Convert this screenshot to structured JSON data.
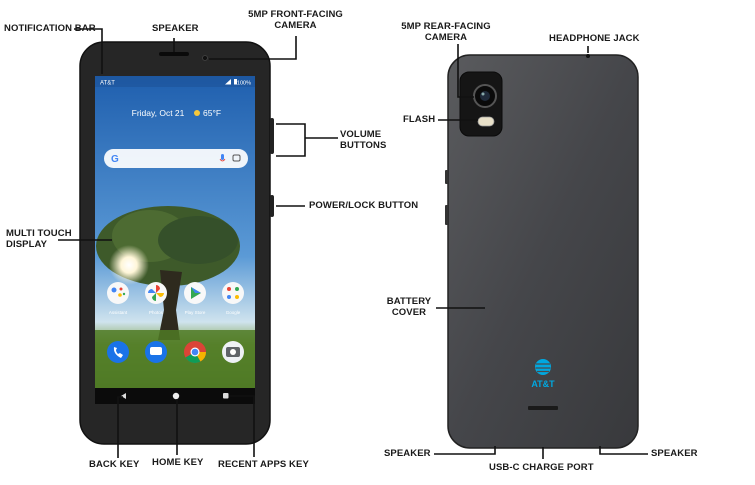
{
  "labels": {
    "notification_bar": "NOTIFICATION BAR",
    "speaker_top": "SPEAKER",
    "front_camera_line1": "5MP FRONT-FACING",
    "front_camera_line2": "CAMERA",
    "volume_line1": "VOLUME",
    "volume_line2": "BUTTONS",
    "power_lock": "POWER/LOCK BUTTON",
    "multi_touch_line1": "MULTI TOUCH",
    "multi_touch_line2": "DISPLAY",
    "back_key": "BACK KEY",
    "home_key": "HOME KEY",
    "recent_apps_key": "RECENT APPS KEY",
    "rear_camera_line1": "5MP REAR-FACING",
    "rear_camera_line2": "CAMERA",
    "headphone_jack": "HEADPHONE JACK",
    "flash": "FLASH",
    "battery_line1": "BATTERY",
    "battery_line2": "COVER",
    "speaker_left": "SPEAKER",
    "speaker_right": "SPEAKER",
    "usbc_port": "USB-C CHARGE PORT"
  },
  "screen": {
    "carrier": "AT&T",
    "battery": "100%",
    "date": "Friday, Oct 21",
    "weather": "65°F",
    "apps": [
      "Assistant",
      "Photos",
      "Play Store",
      "Google"
    ],
    "dock_icons": [
      "phone-icon",
      "messages-icon",
      "chrome-icon",
      "camera-icon"
    ]
  },
  "back": {
    "brand": "AT&T"
  },
  "colors": {
    "phone_body": "#2b2b2b",
    "back_cover": "#4a4b4d",
    "att_blue": "#00a8e0",
    "sky": "#3b7fc4",
    "grass": "#5f8a2a"
  }
}
